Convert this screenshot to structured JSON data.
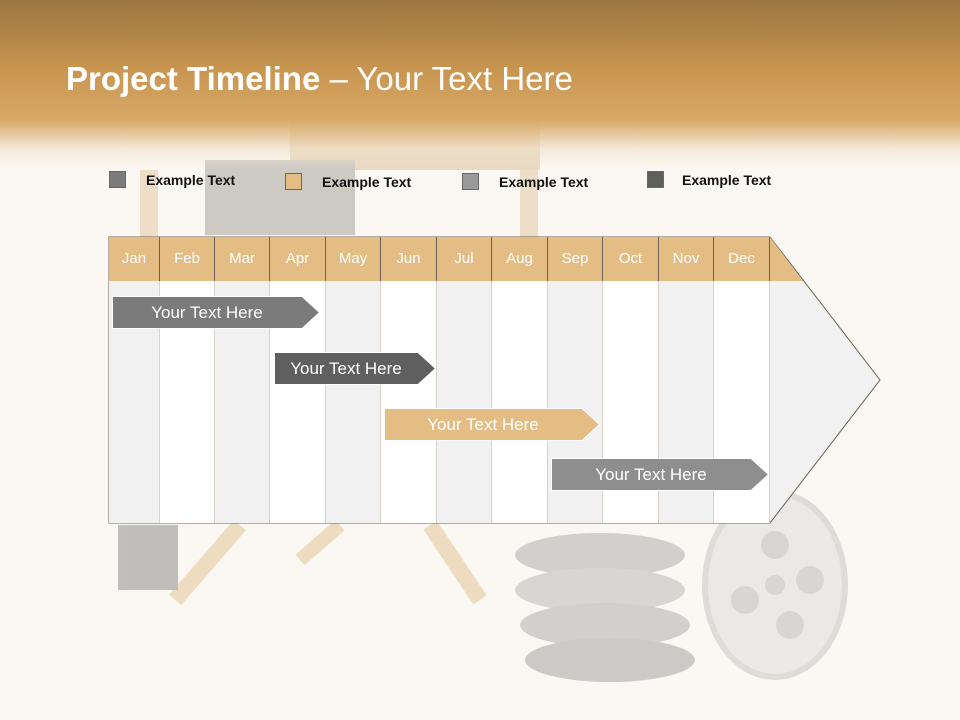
{
  "title": {
    "bold": "Project Timeline",
    "rest": " – Your Text Here"
  },
  "legend": [
    {
      "label": "Example Text",
      "color": "#7b7b7b"
    },
    {
      "label": "Example Text",
      "color": "#e3bd84"
    },
    {
      "label": "Example Text",
      "color": "#9a9a9a"
    },
    {
      "label": "Example Text",
      "color": "#5f5f5f"
    }
  ],
  "months": [
    "Jan",
    "Feb",
    "Mar",
    "Apr",
    "May",
    "Jun",
    "Jul",
    "Aug",
    "Sep",
    "Oct",
    "Nov",
    "Dec"
  ],
  "colors": {
    "header": "#e3bd84",
    "arrow_body": "#f1f1f1",
    "grid": "#d8d2c8"
  },
  "bars": [
    {
      "label": "Your  Text Here",
      "color": "#7b7b7b",
      "start_month": "Jan",
      "end_month": "Apr"
    },
    {
      "label": "Your  Text Here",
      "color": "#5f5f5f",
      "start_month": "Apr",
      "end_month": "Jun"
    },
    {
      "label": "Your  Text Here",
      "color": "#e3bd84",
      "start_month": "Jun",
      "end_month": "Sep"
    },
    {
      "label": "Your  Text Here",
      "color": "#8e8e8e",
      "start_month": "Sep",
      "end_month": "Dec"
    }
  ]
}
